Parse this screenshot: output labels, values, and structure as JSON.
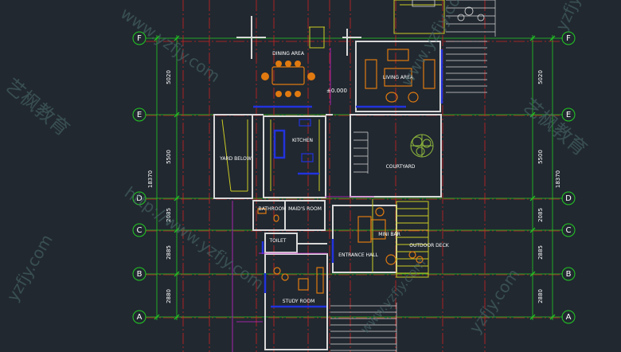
{
  "grid": {
    "rows": [
      "F",
      "E",
      "D",
      "C",
      "B",
      "A"
    ],
    "line_color": "#22cc22",
    "axis_color": "#cc2222"
  },
  "dimensions": {
    "left": [
      "5020",
      "5500",
      "2085",
      "2885",
      "2880"
    ],
    "left_total": "18370",
    "right": [
      "5020",
      "5500",
      "2085",
      "2885",
      "2880"
    ],
    "right_total": "18370"
  },
  "rooms": {
    "dining": "DINING AREA",
    "living": "LIVING AREA",
    "level": "±0.000",
    "yard_below": "YARD BELOW",
    "kitchen": "KITCHEN",
    "courtyard": "COURTYARD",
    "bathroom": "BATHROOM",
    "maids_room": "MAID'S ROOM",
    "mini_bar": "MINI BAR",
    "outdoor_deck": "OUTDOOR DECK",
    "toilet": "TOILET",
    "entrance_hall": "ENTRANCE HALL",
    "study_room": "STUDY ROOM"
  },
  "watermarks": {
    "url": "www.yzfjy.com",
    "url_http": "http://www.yzfjy.com",
    "cn": "艺枫教育",
    "yzfjy": "yzfjy.com"
  },
  "colors": {
    "background": "#212830",
    "wall": "#d8d8d8",
    "furniture": "#e07a10",
    "window": "#2233dd",
    "yellow": "#cccc22",
    "magenta": "#cc22cc"
  }
}
